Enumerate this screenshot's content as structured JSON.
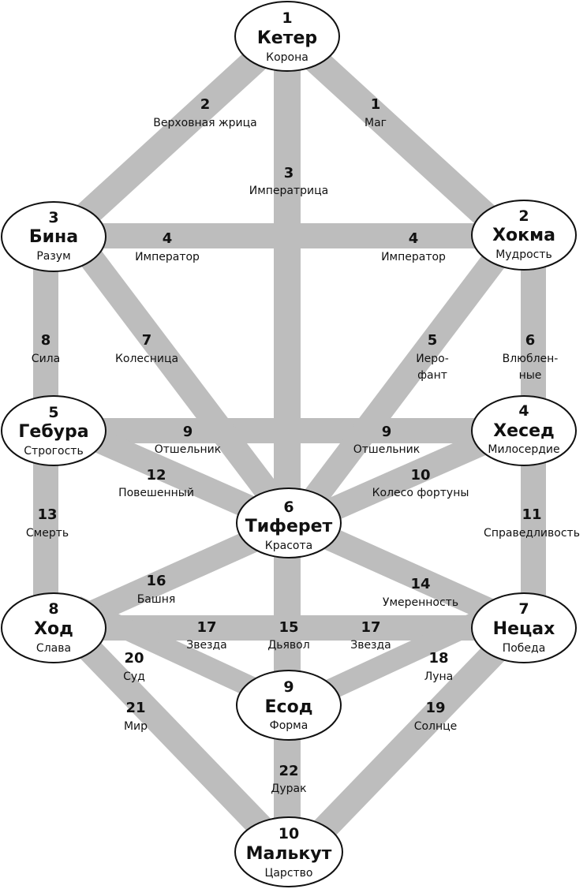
{
  "colors": {
    "path": "#bdbdbd",
    "node_fill": "#ffffff",
    "node_stroke": "#111111",
    "text": "#111111"
  },
  "sephirot": {
    "keter": {
      "number": "1",
      "name": "Кетер",
      "meaning": "Корона"
    },
    "hokma": {
      "number": "2",
      "name": "Хокма",
      "meaning": "Мудрость"
    },
    "bina": {
      "number": "3",
      "name": "Бина",
      "meaning": "Разум"
    },
    "hesed": {
      "number": "4",
      "name": "Хесед",
      "meaning": "Милосердие"
    },
    "gebura": {
      "number": "5",
      "name": "Гебура",
      "meaning": "Строгость"
    },
    "tiferet": {
      "number": "6",
      "name": "Тиферет",
      "meaning": "Красота"
    },
    "netsah": {
      "number": "7",
      "name": "Нецах",
      "meaning": "Победа"
    },
    "hod": {
      "number": "8",
      "name": "Ход",
      "meaning": "Слава"
    },
    "yesod": {
      "number": "9",
      "name": "Есод",
      "meaning": "Форма"
    },
    "malkut": {
      "number": "10",
      "name": "Малькут",
      "meaning": "Царство"
    }
  },
  "paths": {
    "keter_bina": {
      "number": "2",
      "label": "Верховная жрица"
    },
    "keter_hokma": {
      "number": "1",
      "label": "Маг"
    },
    "keter_tiferet": {
      "number": "3",
      "label": "Императрица"
    },
    "bina_left": {
      "number": "4",
      "label": "Император"
    },
    "hokma_right": {
      "number": "4",
      "label": "Император"
    },
    "bina_gebura": {
      "number": "8",
      "label": "Сила"
    },
    "bina_tiferet": {
      "number": "7",
      "label": "Колесница"
    },
    "hokma_tiferet": {
      "number": "5",
      "label_1": "Иеро-",
      "label_2": "фант"
    },
    "hokma_hesed": {
      "number": "6",
      "label_1": "Влюблен-",
      "label_2": "ные"
    },
    "gebura_left": {
      "number": "9",
      "label": "Отшельник"
    },
    "hesed_right": {
      "number": "9",
      "label": "Отшельник"
    },
    "gebura_tiferet": {
      "number": "12",
      "label": "Повешенный"
    },
    "hesed_tiferet": {
      "number": "10",
      "label": "Колесо фортуны"
    },
    "gebura_hod": {
      "number": "13",
      "label": "Смерть"
    },
    "hesed_netsah": {
      "number": "11",
      "label": "Справедливость"
    },
    "tiferet_hod": {
      "number": "16",
      "label": "Башня"
    },
    "tiferet_netsah": {
      "number": "14",
      "label": "Умеренность"
    },
    "hod_left": {
      "number": "17",
      "label": "Звезда"
    },
    "tiferet_yesod": {
      "number": "15",
      "label": "Дьявол"
    },
    "netsah_right": {
      "number": "17",
      "label": "Звезда"
    },
    "hod_yesod": {
      "number": "20",
      "label": "Суд"
    },
    "netsah_yesod": {
      "number": "18",
      "label": "Луна"
    },
    "hod_malkut": {
      "number": "21",
      "label": "Мир"
    },
    "netsah_malkut": {
      "number": "19",
      "label": "Солнце"
    },
    "yesod_malkut": {
      "number": "22",
      "label": "Дурак"
    }
  }
}
